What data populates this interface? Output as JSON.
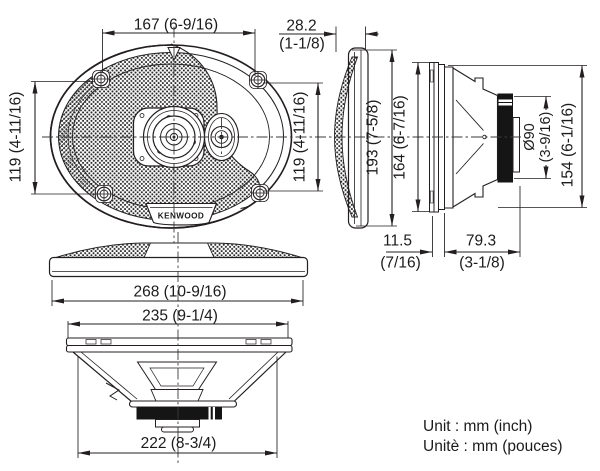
{
  "drawing": {
    "brand_label": "KENWOOD",
    "front": {
      "width": "167 (6-9/16)",
      "height_left": "119 (4-11/16)",
      "height_right": "119 (4-11/16)"
    },
    "side": {
      "depth_mm": "28.2",
      "depth_inch": "(1-1/8)",
      "height": "193 (7-5/8)",
      "frame_height": "164 (6-7/16)"
    },
    "section": {
      "magnet_mm": "Ø90",
      "magnet_inch": "(3-9/16)",
      "basket_height": "154 (6-1/16)",
      "front_depth_mm": "11.5",
      "front_depth_inch": "(7/16)",
      "rear_depth_mm": "79.3",
      "rear_depth_inch": "(3-1/8)"
    },
    "bottom": {
      "overall_width": "268 (10-9/16)",
      "hole_pitch_width": "235 (9-1/4)",
      "cutout_width": "222 (8-3/4)"
    },
    "units": {
      "english": "Unit : mm (inch)",
      "french": "Unitè : mm (pouces)"
    }
  }
}
